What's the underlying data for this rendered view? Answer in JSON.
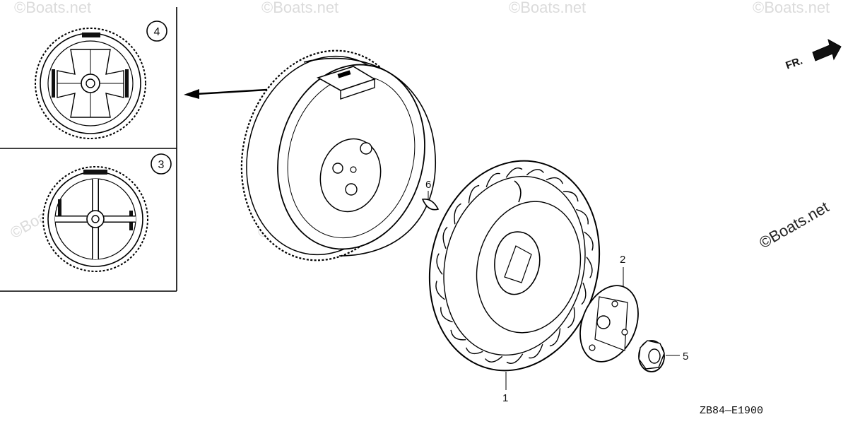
{
  "diagram": {
    "callouts": [
      "1",
      "2",
      "5",
      "6"
    ],
    "circled": [
      "4",
      "3"
    ],
    "direction_label": "FR.",
    "drawing_code": "ZB84—E1900",
    "watermark": "©Boats.net"
  }
}
